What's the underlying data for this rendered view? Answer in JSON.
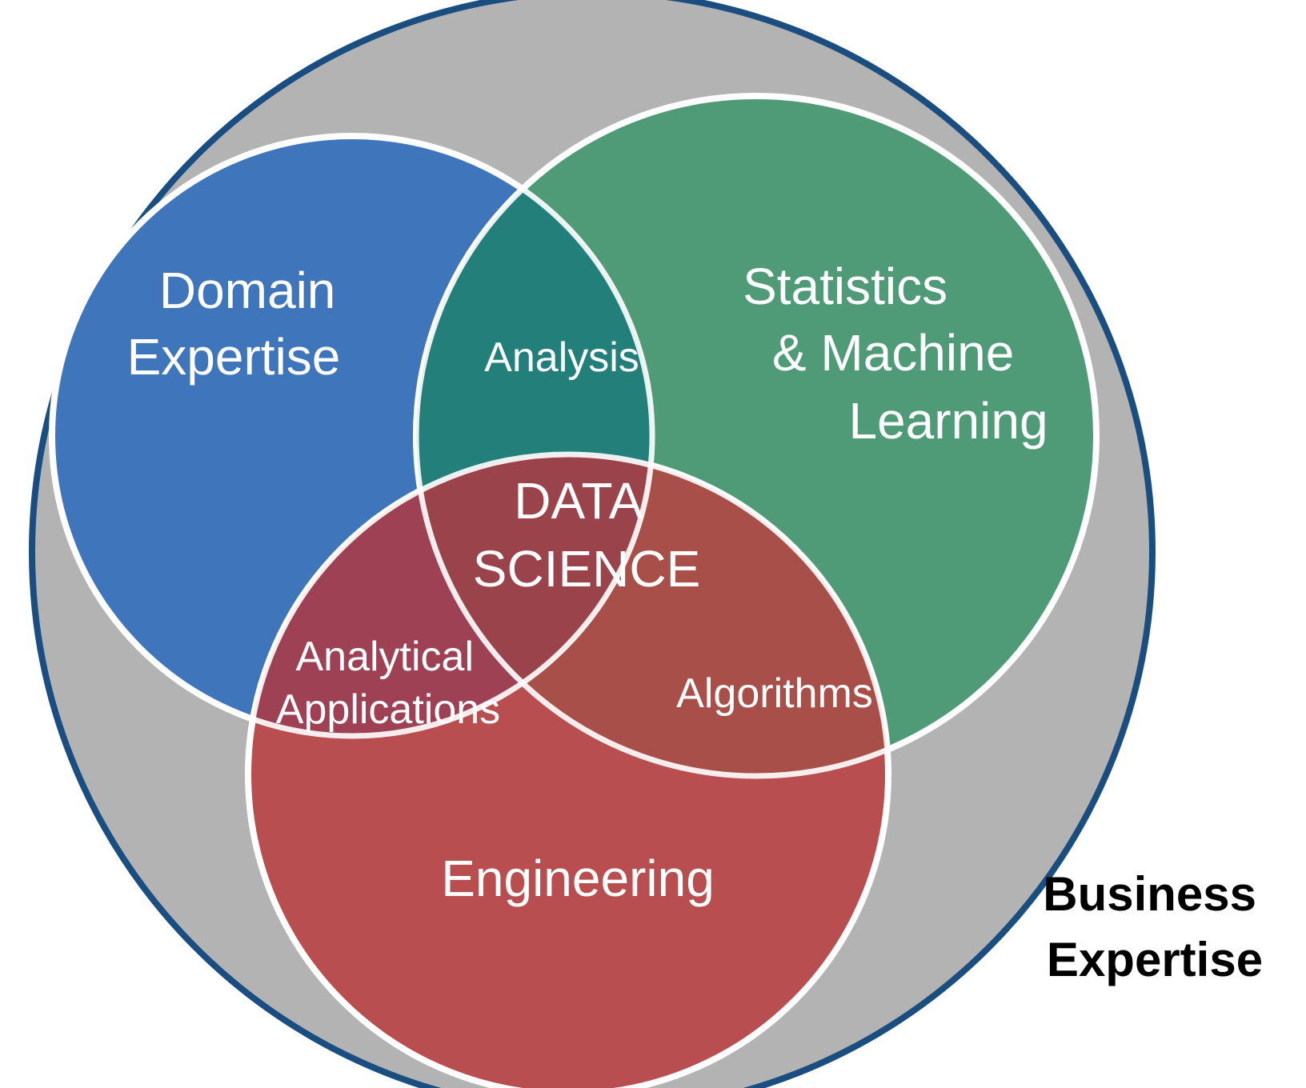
{
  "diagram": {
    "outer_label": [
      "Business",
      "Expertise"
    ],
    "domain_label": [
      "Domain",
      "Expertise"
    ],
    "stats_label": [
      "Statistics",
      "& Machine",
      "Learning"
    ],
    "engineering_label": [
      "Engineering"
    ],
    "analysis_label": [
      "Analysis"
    ],
    "center_label": [
      "DATA",
      "SCIENCE"
    ],
    "applications_label": [
      "Analytical",
      "Applications"
    ],
    "algorithms_label": [
      "Algorithms"
    ]
  },
  "colors": {
    "outer_fill": "#b3b3b3",
    "outer_stroke": "#1b4e80",
    "domain": "#3f76bb",
    "statistics": "#4f9a77",
    "engineering": "#b84e4f",
    "text_light": "#ffffff",
    "text_dark": "#000000"
  }
}
